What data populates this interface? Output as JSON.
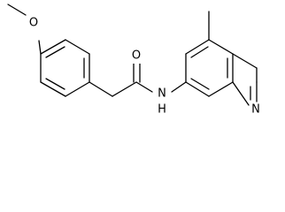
{
  "molecule": {
    "atoms": {
      "methoxy_oxygen": "O",
      "carbonyl_oxygen": "O",
      "amide_nitrogen": "N",
      "amide_hydrogen": "H",
      "pyridine_nitrogen": "N"
    },
    "colors": {
      "bond": "#000000",
      "label": "#000000",
      "background": "#ffffff"
    }
  }
}
